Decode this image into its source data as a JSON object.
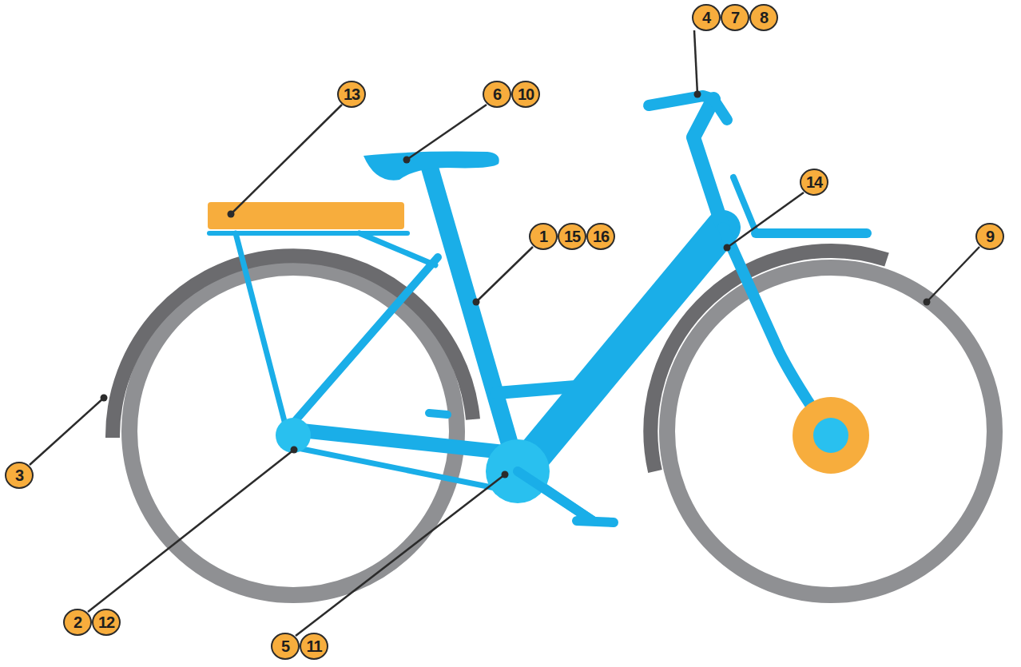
{
  "diagram": {
    "labels": [
      "4",
      "7",
      "8",
      "13",
      "6",
      "10",
      "14",
      "1",
      "15",
      "16",
      "9",
      "3",
      "2",
      "12",
      "5",
      "11"
    ]
  }
}
